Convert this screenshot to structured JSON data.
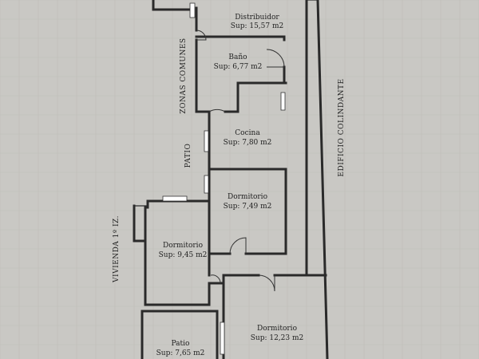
{
  "rooms": [
    {
      "name": "Distribuidor",
      "area": "Sup: 15,57 m2"
    },
    {
      "name": "Baño",
      "area": "Sup: 6,77 m2"
    },
    {
      "name": "Cocina",
      "area": "Sup: 7,80 m2"
    },
    {
      "name": "Dormitorio",
      "area": "Sup: 7,49 m2"
    },
    {
      "name": "Dormitorio",
      "area": "Sup: 9,45 m2"
    },
    {
      "name": "Patio",
      "area": "Sup: 7,65 m2"
    },
    {
      "name": "Dormitorio",
      "area": "Sup: 12,23 m2"
    }
  ],
  "annotations": {
    "zonas_comunes": "ZONAS COMUNES",
    "patio": "PATIO",
    "edificio_colindante": "EDIFICIO COLINDANTE",
    "vivienda": "VIVIENDA 1º IZ."
  },
  "colors": {
    "paper": "#c9c8c4",
    "ink": "#2a2a2a"
  }
}
